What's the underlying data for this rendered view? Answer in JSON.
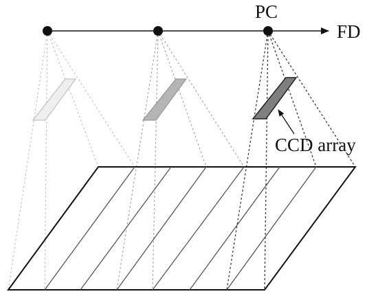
{
  "labels": {
    "pc": "PC",
    "fd": "FD",
    "ccd": "CCD array"
  },
  "colors": {
    "axis": "#111111",
    "ray_light": "#c8c8c8",
    "ray_mid": "#aaaaaa",
    "ray_dark": "#3a3a3a",
    "ccd_light_fill": "#eeeeee",
    "ccd_light_stroke": "#c4c4c4",
    "ccd_mid_fill": "#b5b5b5",
    "ccd_mid_stroke": "#9a9a9a",
    "ccd_dark_fill": "#7f7f7f",
    "ccd_dark_stroke": "#222222",
    "ground": "#111111",
    "strip": "#555555"
  }
}
